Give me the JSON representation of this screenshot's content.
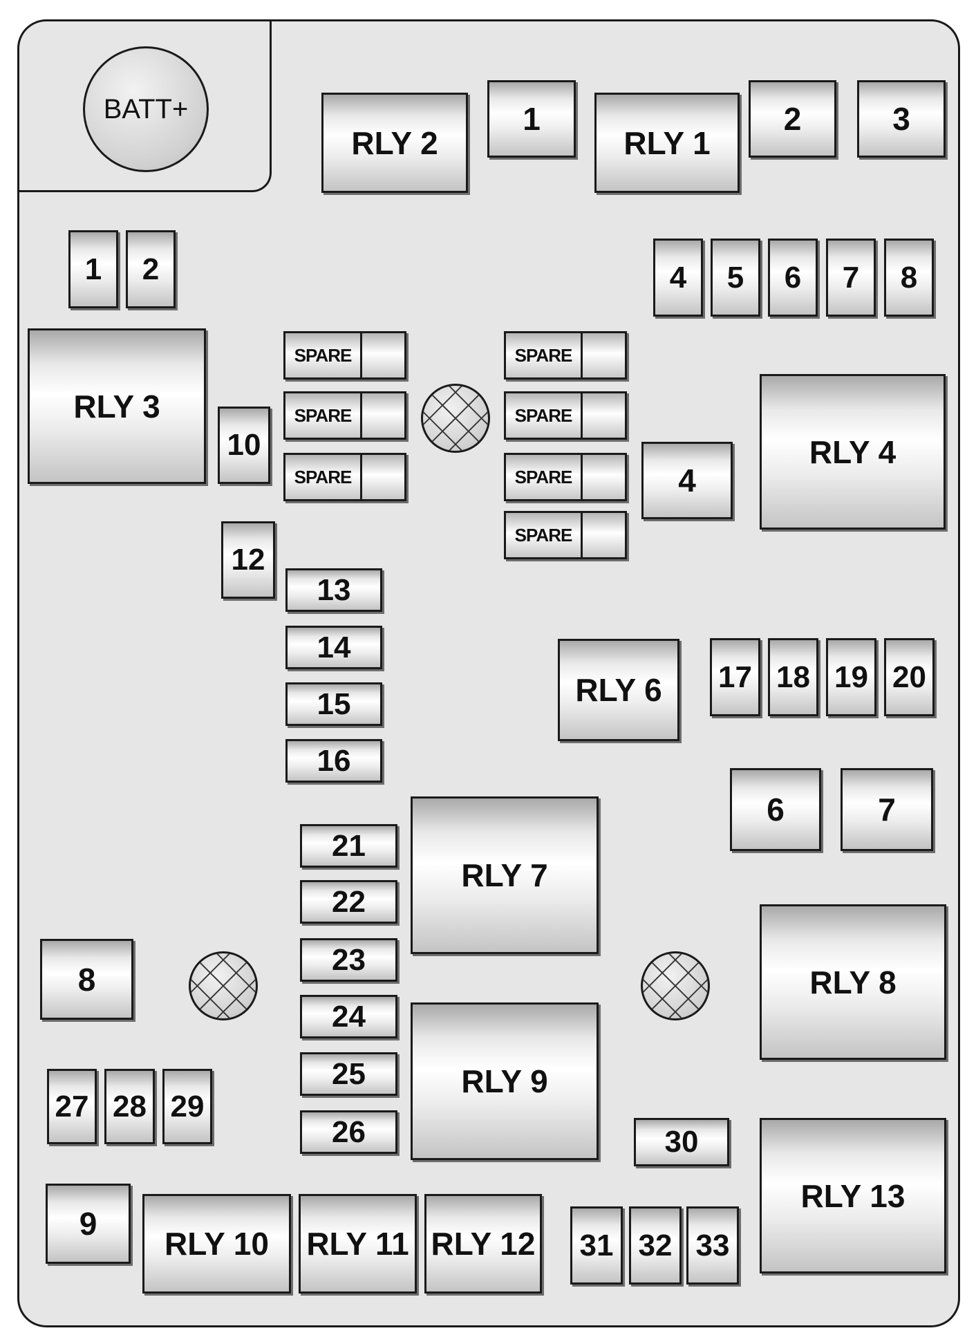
{
  "battery_label": "BATT+",
  "top_row": {
    "rly2": "RLY 2",
    "f1": "1",
    "rly1": "RLY 1",
    "f2": "2",
    "f3": "3"
  },
  "mini_left": [
    "1",
    "2"
  ],
  "mini_right": [
    "4",
    "5",
    "6",
    "7",
    "8"
  ],
  "rly3": "RLY 3",
  "f10": "10",
  "f12": "12",
  "spare_label": "SPARE",
  "f4_large": "4",
  "rly4": "RLY 4",
  "col_13_16": [
    "13",
    "14",
    "15",
    "16"
  ],
  "rly6": "RLY 6",
  "row_17_20": [
    "17",
    "18",
    "19",
    "20"
  ],
  "f6_large": "6",
  "f7_large": "7",
  "col_21_26": [
    "21",
    "22",
    "23",
    "24",
    "25",
    "26"
  ],
  "rly7": "RLY 7",
  "rly8": "RLY 8",
  "f8_large": "8",
  "rly9": "RLY 9",
  "row_27_29": [
    "27",
    "28",
    "29"
  ],
  "f30": "30",
  "rly13": "RLY 13",
  "f9_large": "9",
  "rly10": "RLY 10",
  "rly11": "RLY 11",
  "rly12": "RLY 12",
  "row_31_33": [
    "31",
    "32",
    "33"
  ]
}
